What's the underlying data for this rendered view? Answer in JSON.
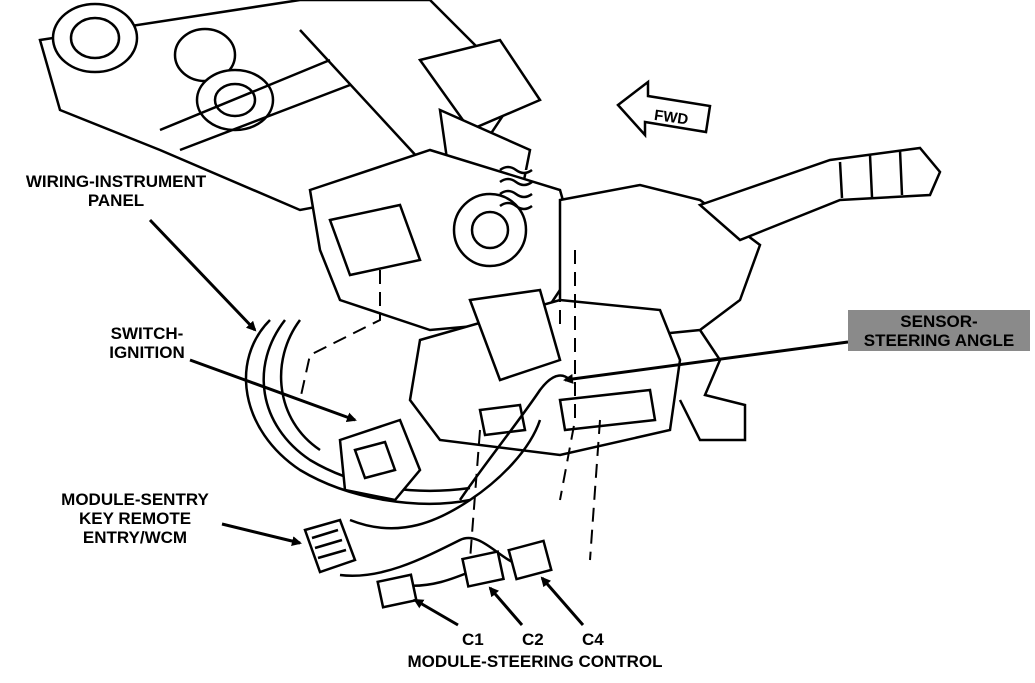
{
  "labels": {
    "wiring_instrument_panel": [
      "WIRING-INSTRUMENT",
      "PANEL"
    ],
    "switch_ignition": [
      "SWITCH-",
      "IGNITION"
    ],
    "module_sentry": [
      "MODULE-SENTRY",
      "KEY REMOTE",
      "ENTRY/WCM"
    ],
    "sensor_steering_angle": [
      "SENSOR-",
      "STEERING ANGLE"
    ],
    "connector_c1": "C1",
    "connector_c2": "C2",
    "connector_c4": "C4",
    "module_steering_control": "MODULE-STEERING CONTROL",
    "fwd": "FWD"
  },
  "colors": {
    "ink": "#000000",
    "label_box": "#8a8a8a",
    "paper": "#ffffff"
  }
}
